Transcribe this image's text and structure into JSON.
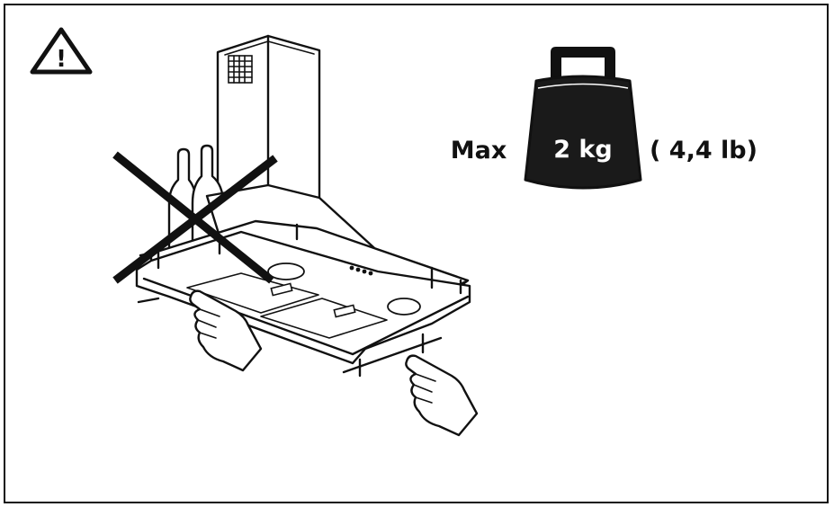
{
  "warning": {
    "symbol": "!"
  },
  "weight_limit": {
    "prefix": "Max",
    "value": "2 kg",
    "imperial": "( 4,4 lb)"
  },
  "colors": {
    "ink": "#111111",
    "paper": "#ffffff"
  },
  "icons": [
    "warning-triangle-icon",
    "weight-icon",
    "prohibited-cross-icon",
    "hand-icon"
  ]
}
